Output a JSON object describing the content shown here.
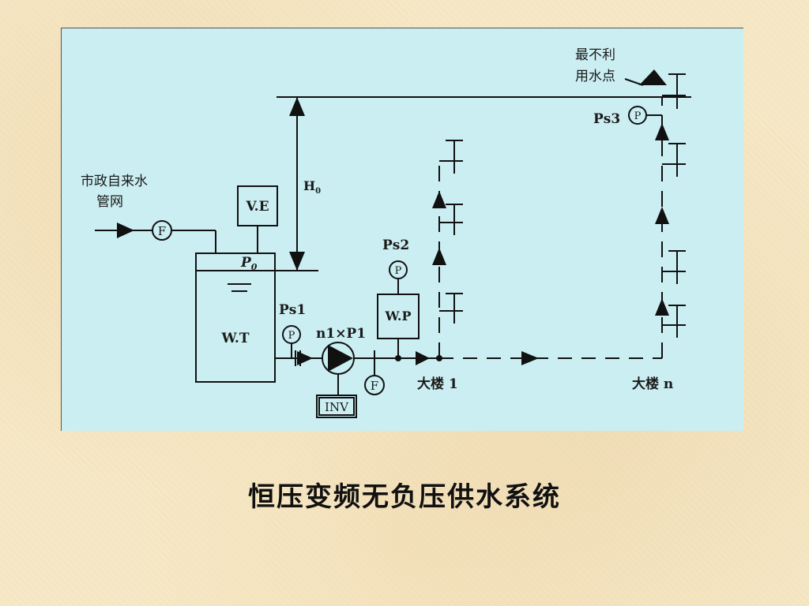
{
  "diagram": {
    "labels": {
      "city_water": "市政自来水",
      "pipe_network": "管网",
      "ve": "V.E",
      "p0": "P",
      "p0_sub": "0",
      "h0": "H",
      "h0_sub": "0",
      "wt": "W.T",
      "ps1": "Ps1",
      "ps2": "Ps2",
      "ps3": "Ps3",
      "wp": "W.P",
      "pump": "n1×P1",
      "inv": "INV",
      "building1": "大楼 1",
      "building_n": "大楼 n",
      "worst_point_line1": "最不利",
      "worst_point_line2": "用水点",
      "flowmeter_symbol": "F",
      "pressure_symbol": "P"
    }
  },
  "caption": "恒压变频无负压供水系统",
  "colors": {
    "diagram_background": "#cbeef2",
    "line": "#111111",
    "page_background": "#f6e8c6"
  }
}
